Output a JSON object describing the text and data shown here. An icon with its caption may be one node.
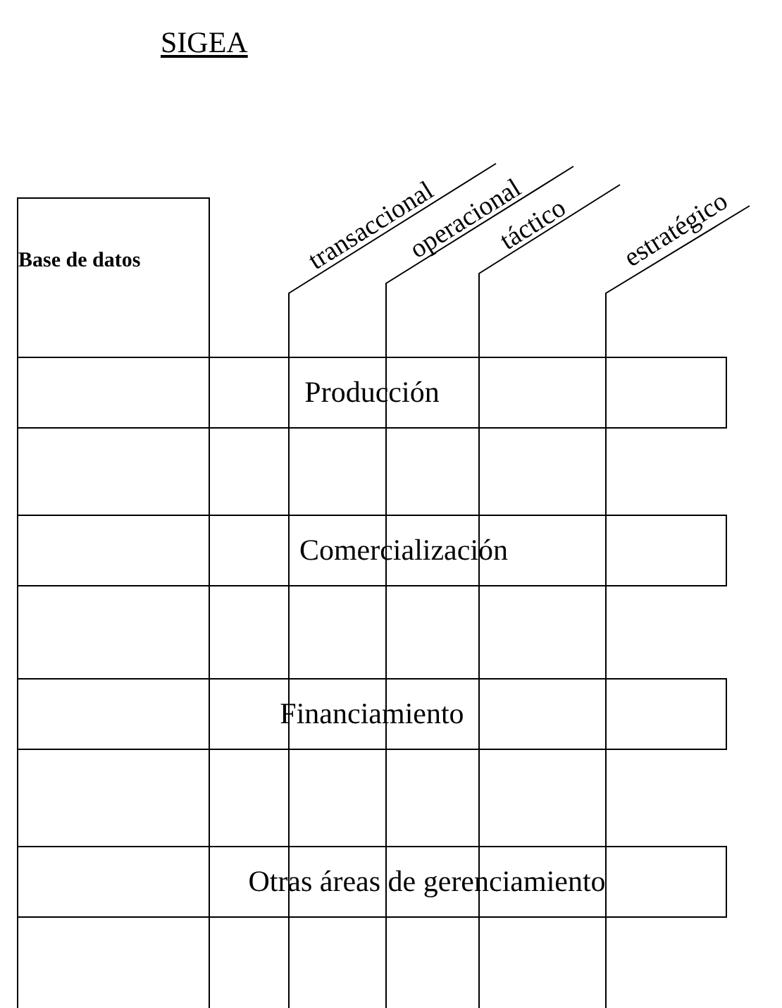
{
  "diagram": {
    "title": "SIGEA",
    "nodes": [
      {
        "text": [
          "Base de datos"
        ]
      },
      {
        "text": [
          "Producción"
        ]
      },
      {
        "text": [
          "Comercialización"
        ]
      },
      {
        "text": [
          "Financiamiento"
        ]
      },
      {
        "text": [
          "Otras áreas de gerenciamiento"
        ]
      }
    ],
    "labels": [
      "transaccional",
      "operacional",
      "táctico",
      "estratégico"
    ]
  }
}
